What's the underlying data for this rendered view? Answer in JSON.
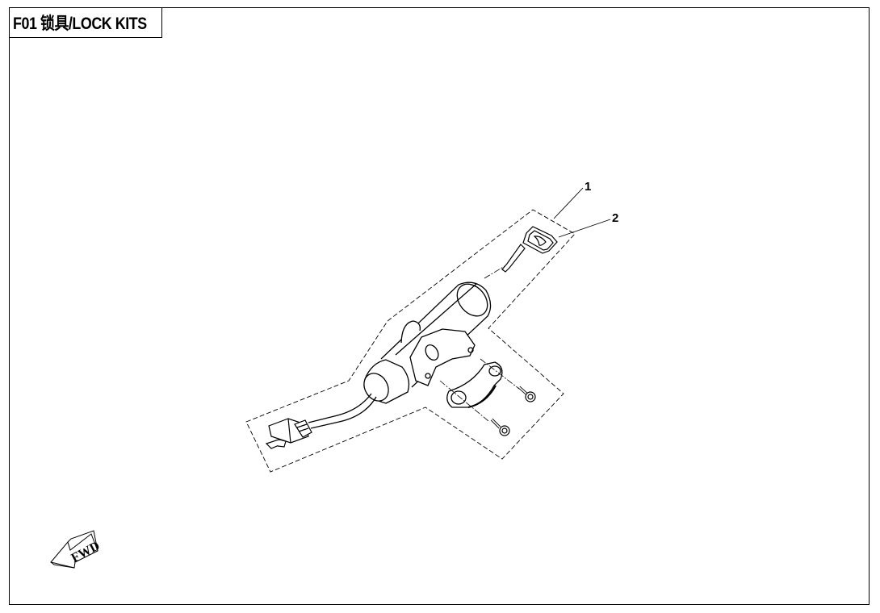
{
  "page": {
    "title": "F01 锁具/LOCK KITS",
    "section_code": "F01",
    "section_name_cn": "锁具",
    "section_name_en": "LOCK KITS"
  },
  "diagram": {
    "assembly_name": "Lock kit assembly",
    "callouts": [
      {
        "number": "1",
        "part": "lock-kit-assembly"
      },
      {
        "number": "2",
        "part": "key"
      }
    ],
    "direction_indicator": {
      "label": "FWD",
      "icon": "arrow-forward-icon"
    }
  },
  "colors": {
    "line": "#000000",
    "background": "#ffffff"
  }
}
